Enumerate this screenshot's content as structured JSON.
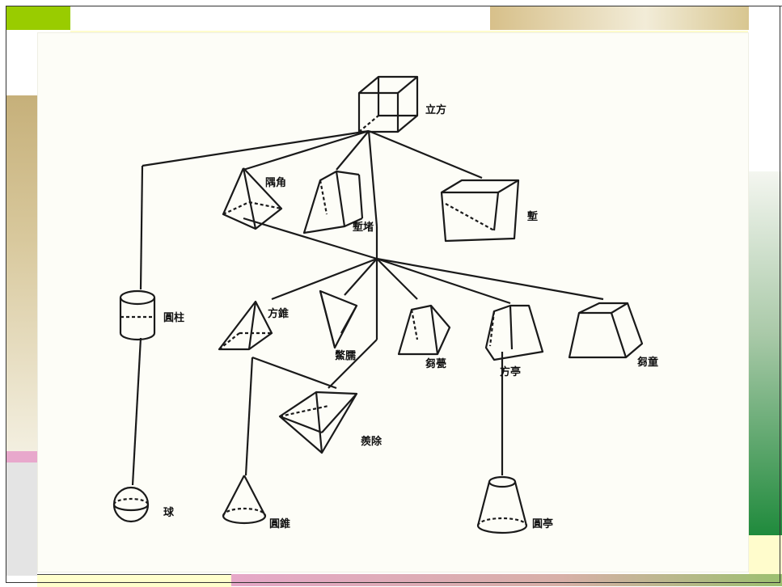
{
  "slide": {
    "colors": {
      "green_tab": "#99cc00",
      "tan_gradient_start": "#c8b072",
      "green_gradient_end": "#1f8a3c",
      "pink_strip": "#e8a8cc",
      "yellow_strip": "#fffccc"
    }
  },
  "diagram": {
    "nodes": {
      "cube": "立方",
      "pyramid_top": "隅角",
      "prism_tri": "",
      "slab": "塹",
      "center": "塹堵",
      "cylinder": "圓柱",
      "sq_pyramid": "方錐",
      "bienao": "鱉臑",
      "quwang": "芻甍",
      "frustum": "方亭",
      "chutong": "芻童",
      "wedge": "羨除",
      "sphere": "球",
      "cone": "圓錐",
      "round_frustum": "圓亭"
    }
  }
}
